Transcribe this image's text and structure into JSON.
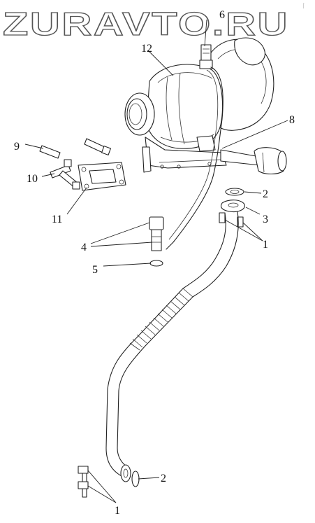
{
  "watermark": "ZURAVTO.RU",
  "corner_mark": "⌠",
  "callouts": [
    {
      "id": "c1a",
      "label": "1"
    },
    {
      "id": "c1b",
      "label": "1"
    },
    {
      "id": "c2a",
      "label": "2"
    },
    {
      "id": "c2b",
      "label": "2"
    },
    {
      "id": "c3",
      "label": "3"
    },
    {
      "id": "c4",
      "label": "4"
    },
    {
      "id": "c5",
      "label": "5"
    },
    {
      "id": "c6",
      "label": "6"
    },
    {
      "id": "c8",
      "label": "8"
    },
    {
      "id": "c9",
      "label": "9"
    },
    {
      "id": "c10",
      "label": "10"
    },
    {
      "id": "c11",
      "label": "11"
    },
    {
      "id": "c12",
      "label": "12"
    }
  ]
}
